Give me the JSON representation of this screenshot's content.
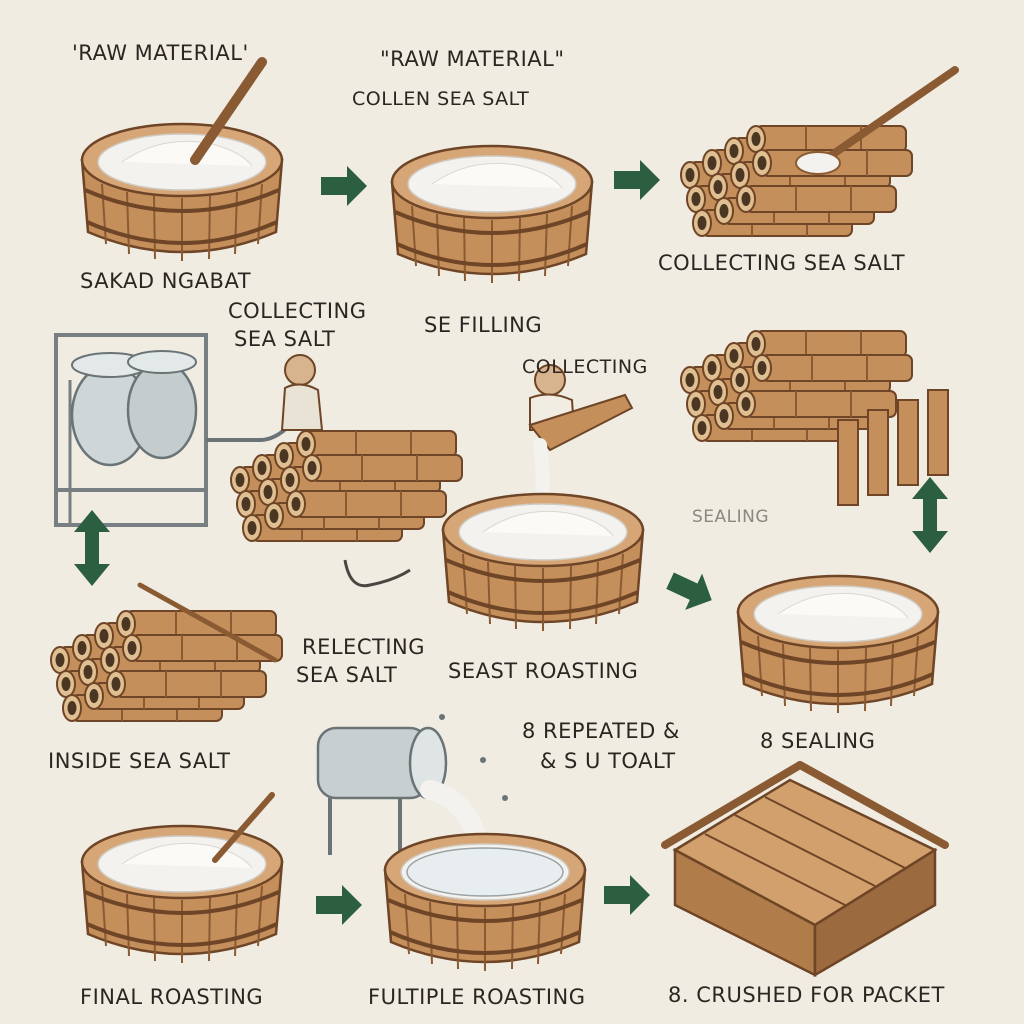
{
  "labels": {
    "raw_material_1": "'RAW MATERIAL'",
    "raw_material_2": "\"RAW MATERIAL\"",
    "collen_sea_salt": "COLLEN SEA SALT",
    "collecting_sea_salt_top": "COLLECTING SEA SALT",
    "sakad_ngabat": "SAKAD NGABAT",
    "collecting_sea_salt_line1": "COLLECTING",
    "collecting_sea_salt_line2": "SEA SALT",
    "se_filling": "SE FILLING",
    "collecting_mid": "COLLECTING",
    "sealing_faint": "SEALING",
    "relecting_line1": "RELECTING",
    "relecting_line2": "SEA SALT",
    "seast_roasting": "SEAST ROASTING",
    "inside_sea_salt": "INSIDE SEA SALT",
    "repeated_line1": "8  REPEATED &",
    "repeated_line2": "& S U  TOALT",
    "sealing_8": "8  SEALING",
    "final_roasting": "FINAL ROASTING",
    "fultiple_roasting": "FULTIPLE ROASTING",
    "crushed_for_packet": "8. CRUSHED FOR PACKET"
  },
  "colors": {
    "arrow": "#2c5f3f",
    "wood": "#c58f5c",
    "wood_dark": "#8a5a33",
    "salt": "#f4f2ee",
    "metal": "#b9c2c4",
    "background": "#f1ece2"
  }
}
